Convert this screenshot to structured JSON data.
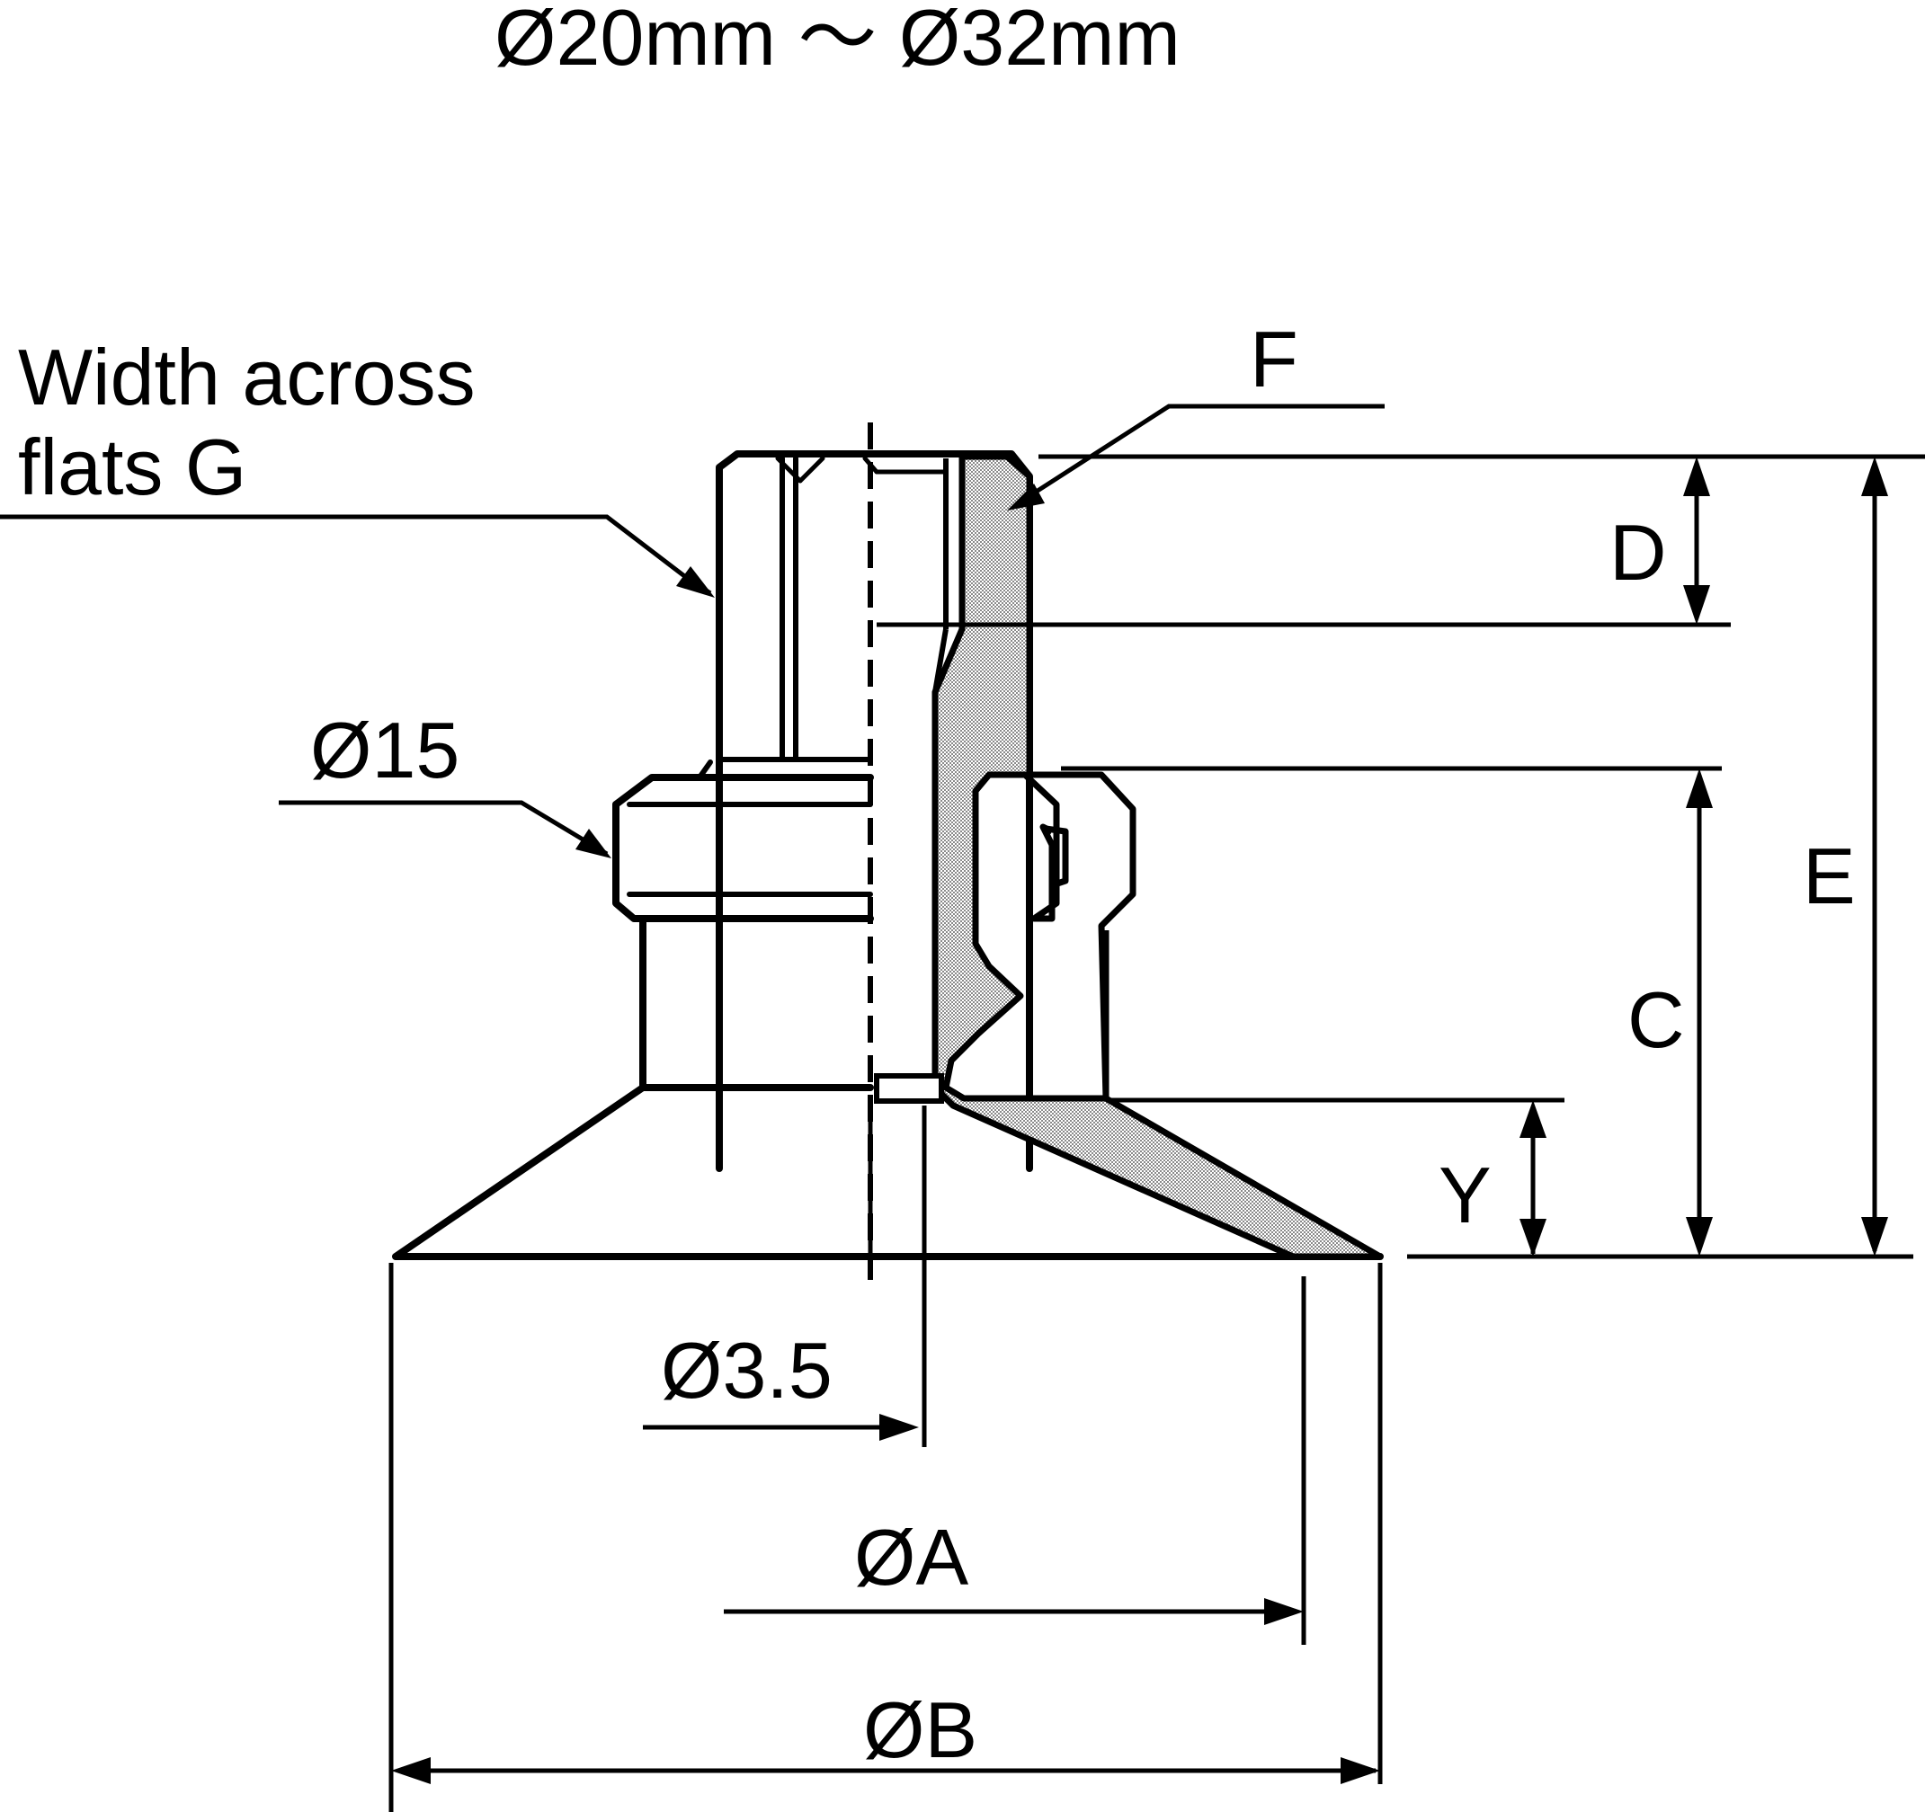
{
  "title": "Ø20mm 〜 Ø32mm",
  "labels": {
    "width_across_flats_line1": "Width across",
    "width_across_flats_line2": "flats G",
    "dia_15": "Ø15",
    "dia_3_5": "Ø3.5",
    "dia_a": "ØA",
    "dia_b": "ØB",
    "f": "F",
    "d": "D",
    "e": "E",
    "c": "C",
    "y": "Y"
  },
  "colors": {
    "line": "#000000",
    "background": "#ffffff",
    "section_hatch": "#9a9a9a"
  }
}
